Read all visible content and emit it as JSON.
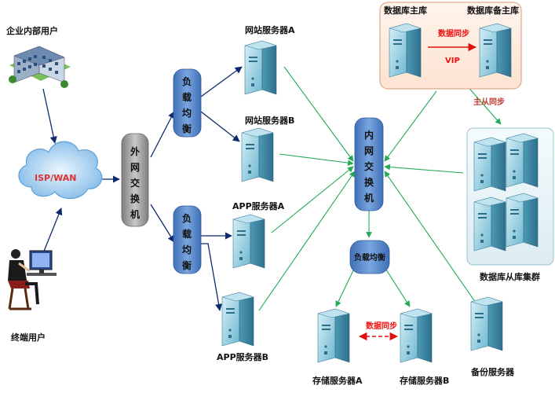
{
  "labels": {
    "enterprise_users": "企业内部用户",
    "isp_wan": "ISP/WAN",
    "terminal_users": "终端用户",
    "external_switch": [
      "外",
      "网",
      "交",
      "换",
      "机"
    ],
    "load_balancer_1": [
      "负",
      "载",
      "均",
      "衡"
    ],
    "load_balancer_2": [
      "负",
      "载",
      "均",
      "衡"
    ],
    "web_server_a": "网站服务器A",
    "web_server_b": "网站服务器B",
    "app_server_a": "APP服务器A",
    "app_server_b": "APP服务器B",
    "internal_switch": [
      "内",
      "网",
      "交",
      "换",
      "机"
    ],
    "load_balancer_3": "负载均衡",
    "db_master": "数据库主库",
    "db_standby": "数据库备主库",
    "data_sync_top": "数据同步",
    "vip": "VIP",
    "master_slave_sync": "主从同步",
    "db_slave_cluster": "数据库从库集群",
    "storage_a": "存储服务器A",
    "storage_b": "存储服务器B",
    "data_sync_storage": "数据同步",
    "backup_server": "备份服务器"
  },
  "colors": {
    "blue_arrow": "#0d2a6e",
    "green_arrow": "#22aa55",
    "red_arrow": "#e11111",
    "node_blue": "#4a7fc4",
    "switch_gray": "#9a9a9a"
  }
}
